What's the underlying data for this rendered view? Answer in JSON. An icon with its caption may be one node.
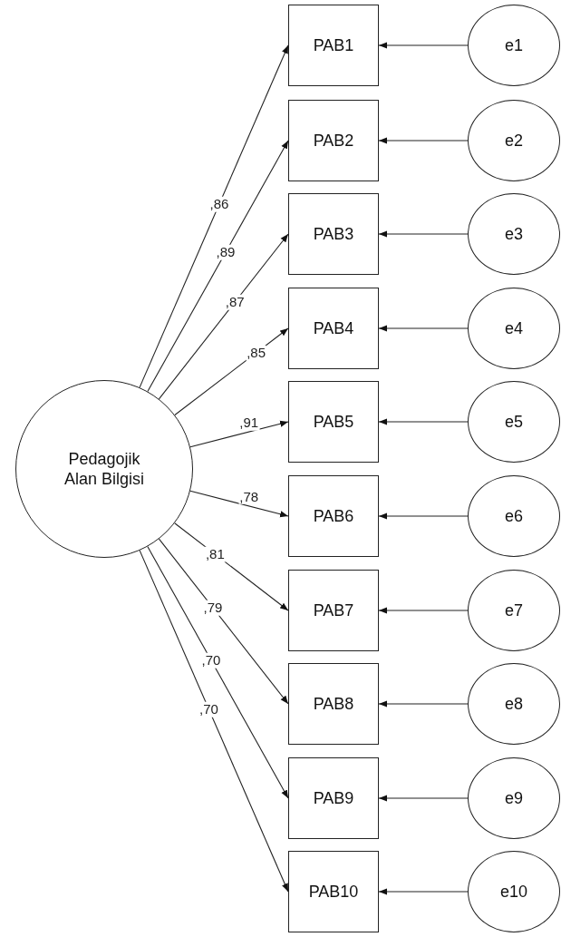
{
  "diagram": {
    "nodes": [
      {
        "text": [
          "Pedagojik Alan Bilgisi"
        ]
      },
      {
        "text": [
          "PAB1"
        ]
      },
      {
        "text": [
          "PAB2"
        ]
      },
      {
        "text": [
          "PAB3"
        ]
      },
      {
        "text": [
          "PAB4"
        ]
      },
      {
        "text": [
          "PAB5"
        ]
      },
      {
        "text": [
          "PAB6"
        ]
      },
      {
        "text": [
          "PAB7"
        ]
      },
      {
        "text": [
          "PAB8"
        ]
      },
      {
        "text": [
          "PAB9"
        ]
      },
      {
        "text": [
          "PAB10"
        ]
      },
      {
        "text": [
          "e1"
        ]
      },
      {
        "text": [
          "e2"
        ]
      },
      {
        "text": [
          "e3"
        ]
      },
      {
        "text": [
          "e4"
        ]
      },
      {
        "text": [
          "e5"
        ]
      },
      {
        "text": [
          "e6"
        ]
      },
      {
        "text": [
          "e7"
        ]
      },
      {
        "text": [
          "e8"
        ]
      },
      {
        "text": [
          "e9"
        ]
      },
      {
        "text": [
          "e10"
        ]
      }
    ],
    "edges": [
      {
        "from": 0,
        "to": 1,
        "arrow": "to",
        "label": ",86"
      },
      {
        "from": 0,
        "to": 2,
        "arrow": "to",
        "label": ",89"
      },
      {
        "from": 0,
        "to": 3,
        "arrow": "to",
        "label": ",87"
      },
      {
        "from": 0,
        "to": 4,
        "arrow": "to",
        "label": ",85"
      },
      {
        "from": 0,
        "to": 5,
        "arrow": "to",
        "label": ",91"
      },
      {
        "from": 0,
        "to": 6,
        "arrow": "to",
        "label": ",78"
      },
      {
        "from": 0,
        "to": 7,
        "arrow": "to",
        "label": ",81"
      },
      {
        "from": 0,
        "to": 8,
        "arrow": "to",
        "label": ",79"
      },
      {
        "from": 0,
        "to": 9,
        "arrow": "to",
        "label": ",70"
      },
      {
        "from": 0,
        "to": 10,
        "arrow": "to",
        "label": ",70"
      },
      {
        "from": 11,
        "to": 1,
        "arrow": "to"
      },
      {
        "from": 12,
        "to": 2,
        "arrow": "to"
      },
      {
        "from": 13,
        "to": 3,
        "arrow": "to"
      },
      {
        "from": 14,
        "to": 4,
        "arrow": "to"
      },
      {
        "from": 15,
        "to": 5,
        "arrow": "to"
      },
      {
        "from": 16,
        "to": 6,
        "arrow": "to"
      },
      {
        "from": 17,
        "to": 7,
        "arrow": "to"
      },
      {
        "from": 18,
        "to": 8,
        "arrow": "to"
      },
      {
        "from": 19,
        "to": 9,
        "arrow": "to"
      },
      {
        "from": 20,
        "to": 10,
        "arrow": "to"
      }
    ]
  }
}
